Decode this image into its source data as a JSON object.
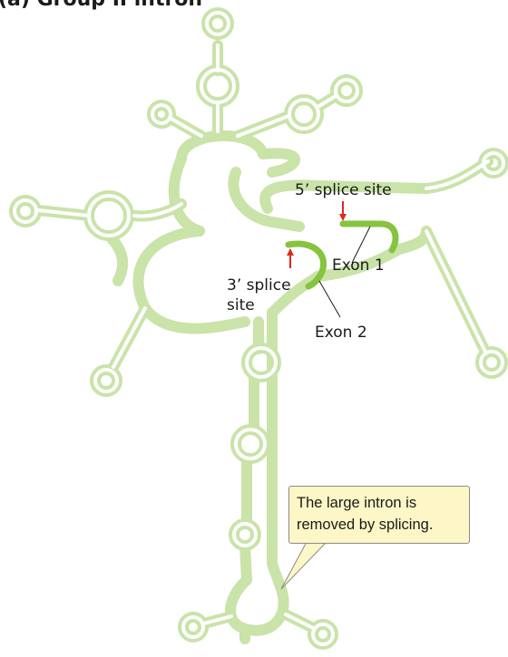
{
  "figure": {
    "title": "(a) Group II intron"
  },
  "labels": {
    "five_prime_splice_site": "5’ splice site",
    "three_prime_splice_line1": "3’ splice",
    "three_prime_splice_line2": "site",
    "exon1": "Exon 1",
    "exon2": "Exon 2"
  },
  "callout": {
    "line1": "The large intron is",
    "line2": "removed by splicing."
  },
  "colors": {
    "intron_rna": "#c9e3a9",
    "exon_rna": "#86c440",
    "splice_arrow": "#e1261c",
    "callout_fill": "#fdf6c6"
  }
}
